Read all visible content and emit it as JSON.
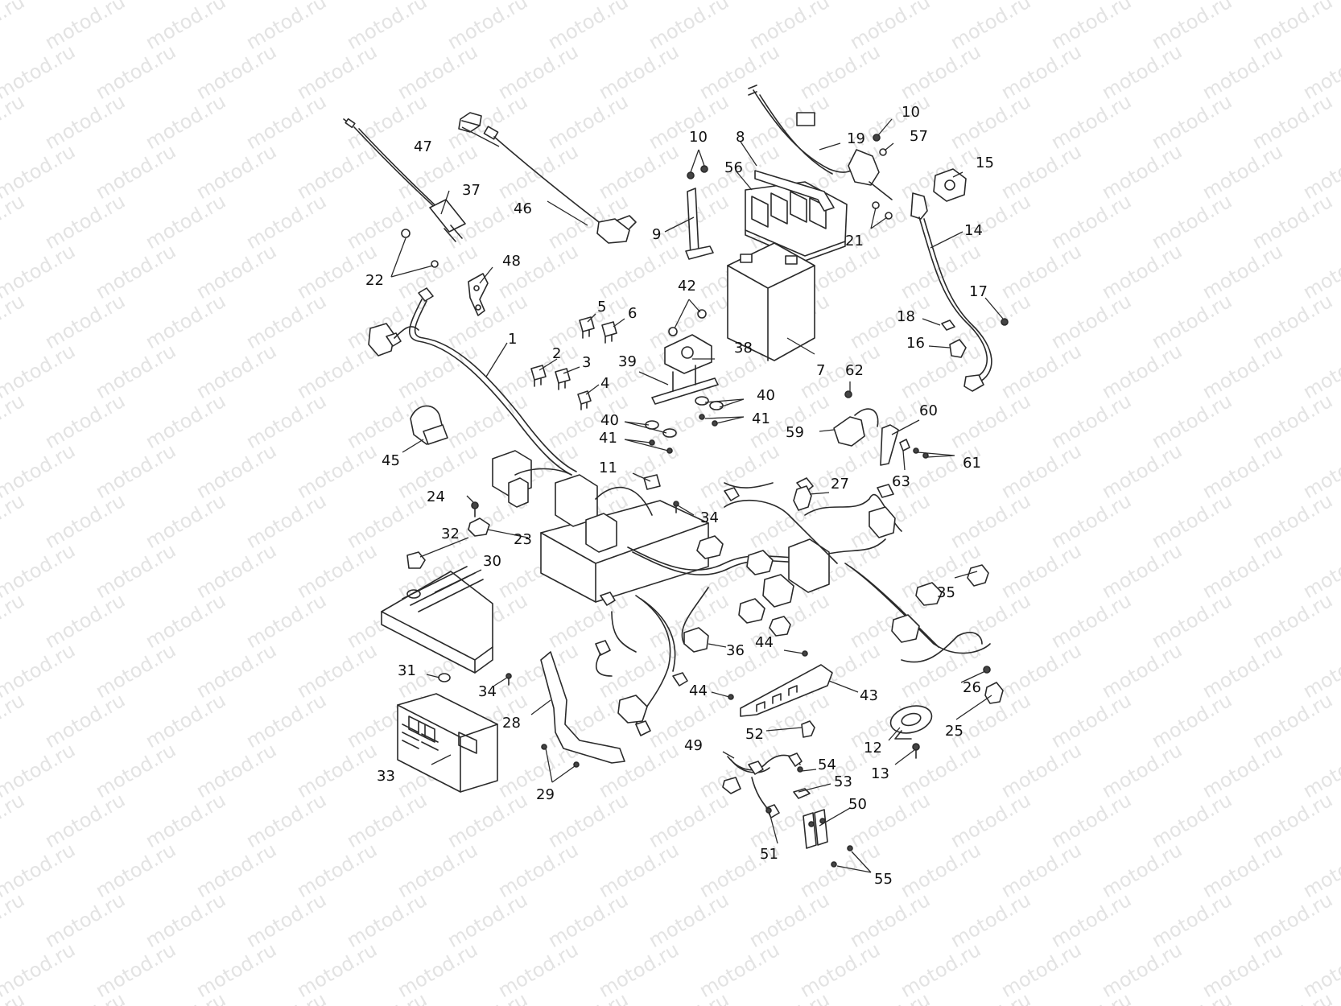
{
  "watermark": {
    "text": "motod.ru"
  },
  "callouts": [
    {
      "n": "1"
    },
    {
      "n": "2"
    },
    {
      "n": "3"
    },
    {
      "n": "4"
    },
    {
      "n": "5"
    },
    {
      "n": "6"
    },
    {
      "n": "7"
    },
    {
      "n": "8"
    },
    {
      "n": "9"
    },
    {
      "n": "10"
    },
    {
      "n": "10"
    },
    {
      "n": "11"
    },
    {
      "n": "12"
    },
    {
      "n": "13"
    },
    {
      "n": "14"
    },
    {
      "n": "15"
    },
    {
      "n": "16"
    },
    {
      "n": "17"
    },
    {
      "n": "18"
    },
    {
      "n": "19"
    },
    {
      "n": "21"
    },
    {
      "n": "22"
    },
    {
      "n": "23"
    },
    {
      "n": "24"
    },
    {
      "n": "25"
    },
    {
      "n": "26"
    },
    {
      "n": "27"
    },
    {
      "n": "28"
    },
    {
      "n": "29"
    },
    {
      "n": "30"
    },
    {
      "n": "31"
    },
    {
      "n": "32"
    },
    {
      "n": "33"
    },
    {
      "n": "34"
    },
    {
      "n": "34"
    },
    {
      "n": "35"
    },
    {
      "n": "36"
    },
    {
      "n": "37"
    },
    {
      "n": "38"
    },
    {
      "n": "39"
    },
    {
      "n": "40"
    },
    {
      "n": "40"
    },
    {
      "n": "41"
    },
    {
      "n": "41"
    },
    {
      "n": "42"
    },
    {
      "n": "43"
    },
    {
      "n": "44"
    },
    {
      "n": "44"
    },
    {
      "n": "45"
    },
    {
      "n": "46"
    },
    {
      "n": "47"
    },
    {
      "n": "48"
    },
    {
      "n": "49"
    },
    {
      "n": "50"
    },
    {
      "n": "51"
    },
    {
      "n": "52"
    },
    {
      "n": "53"
    },
    {
      "n": "54"
    },
    {
      "n": "55"
    },
    {
      "n": "56"
    },
    {
      "n": "57"
    },
    {
      "n": "59"
    },
    {
      "n": "60"
    },
    {
      "n": "61"
    },
    {
      "n": "62"
    },
    {
      "n": "63"
    }
  ]
}
